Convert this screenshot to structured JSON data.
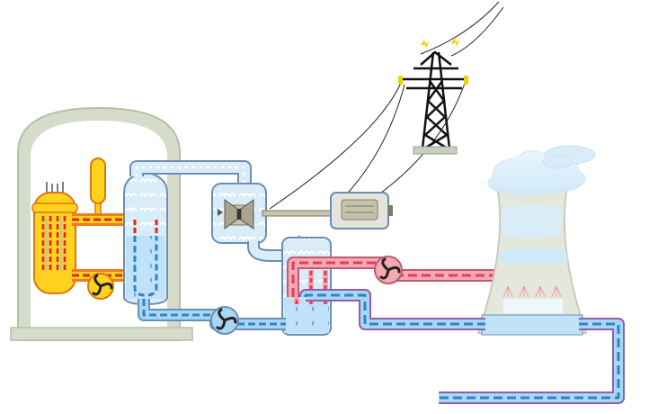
{
  "diagram": {
    "kind": "pressurized-water-reactor-schematic",
    "components": [
      "containment-building",
      "reactor-vessel",
      "control-rods",
      "pressurizer",
      "primary-coolant-pump",
      "steam-generator",
      "steam-line",
      "turbine",
      "generator",
      "condenser",
      "feedwater-pump",
      "cooling-water-pump",
      "cooling-tower",
      "transmission-tower"
    ],
    "text_labels": []
  },
  "colors": {
    "containment": "#d5dcc9",
    "containment_stroke": "#b6c0a8",
    "reactor_fill": "#ffd21f",
    "reactor_stroke": "#e0740f",
    "hot_loop": "#f07a16",
    "hot_dash": "#e4231f",
    "steam_fill": "#cfe7f7",
    "steam_stroke": "#6b8fb3",
    "cold_pipe": "#a9d6f2",
    "cold_dash": "#2f84c9",
    "warm_pipe": "#f5a9b4",
    "warm_dash": "#e0405a",
    "purple_pipe": "#b07fc9",
    "machinery": "#c7c2aa",
    "tower_fill": "#e4e8dc",
    "pylon": "#111111",
    "spark": "#f1d000"
  }
}
